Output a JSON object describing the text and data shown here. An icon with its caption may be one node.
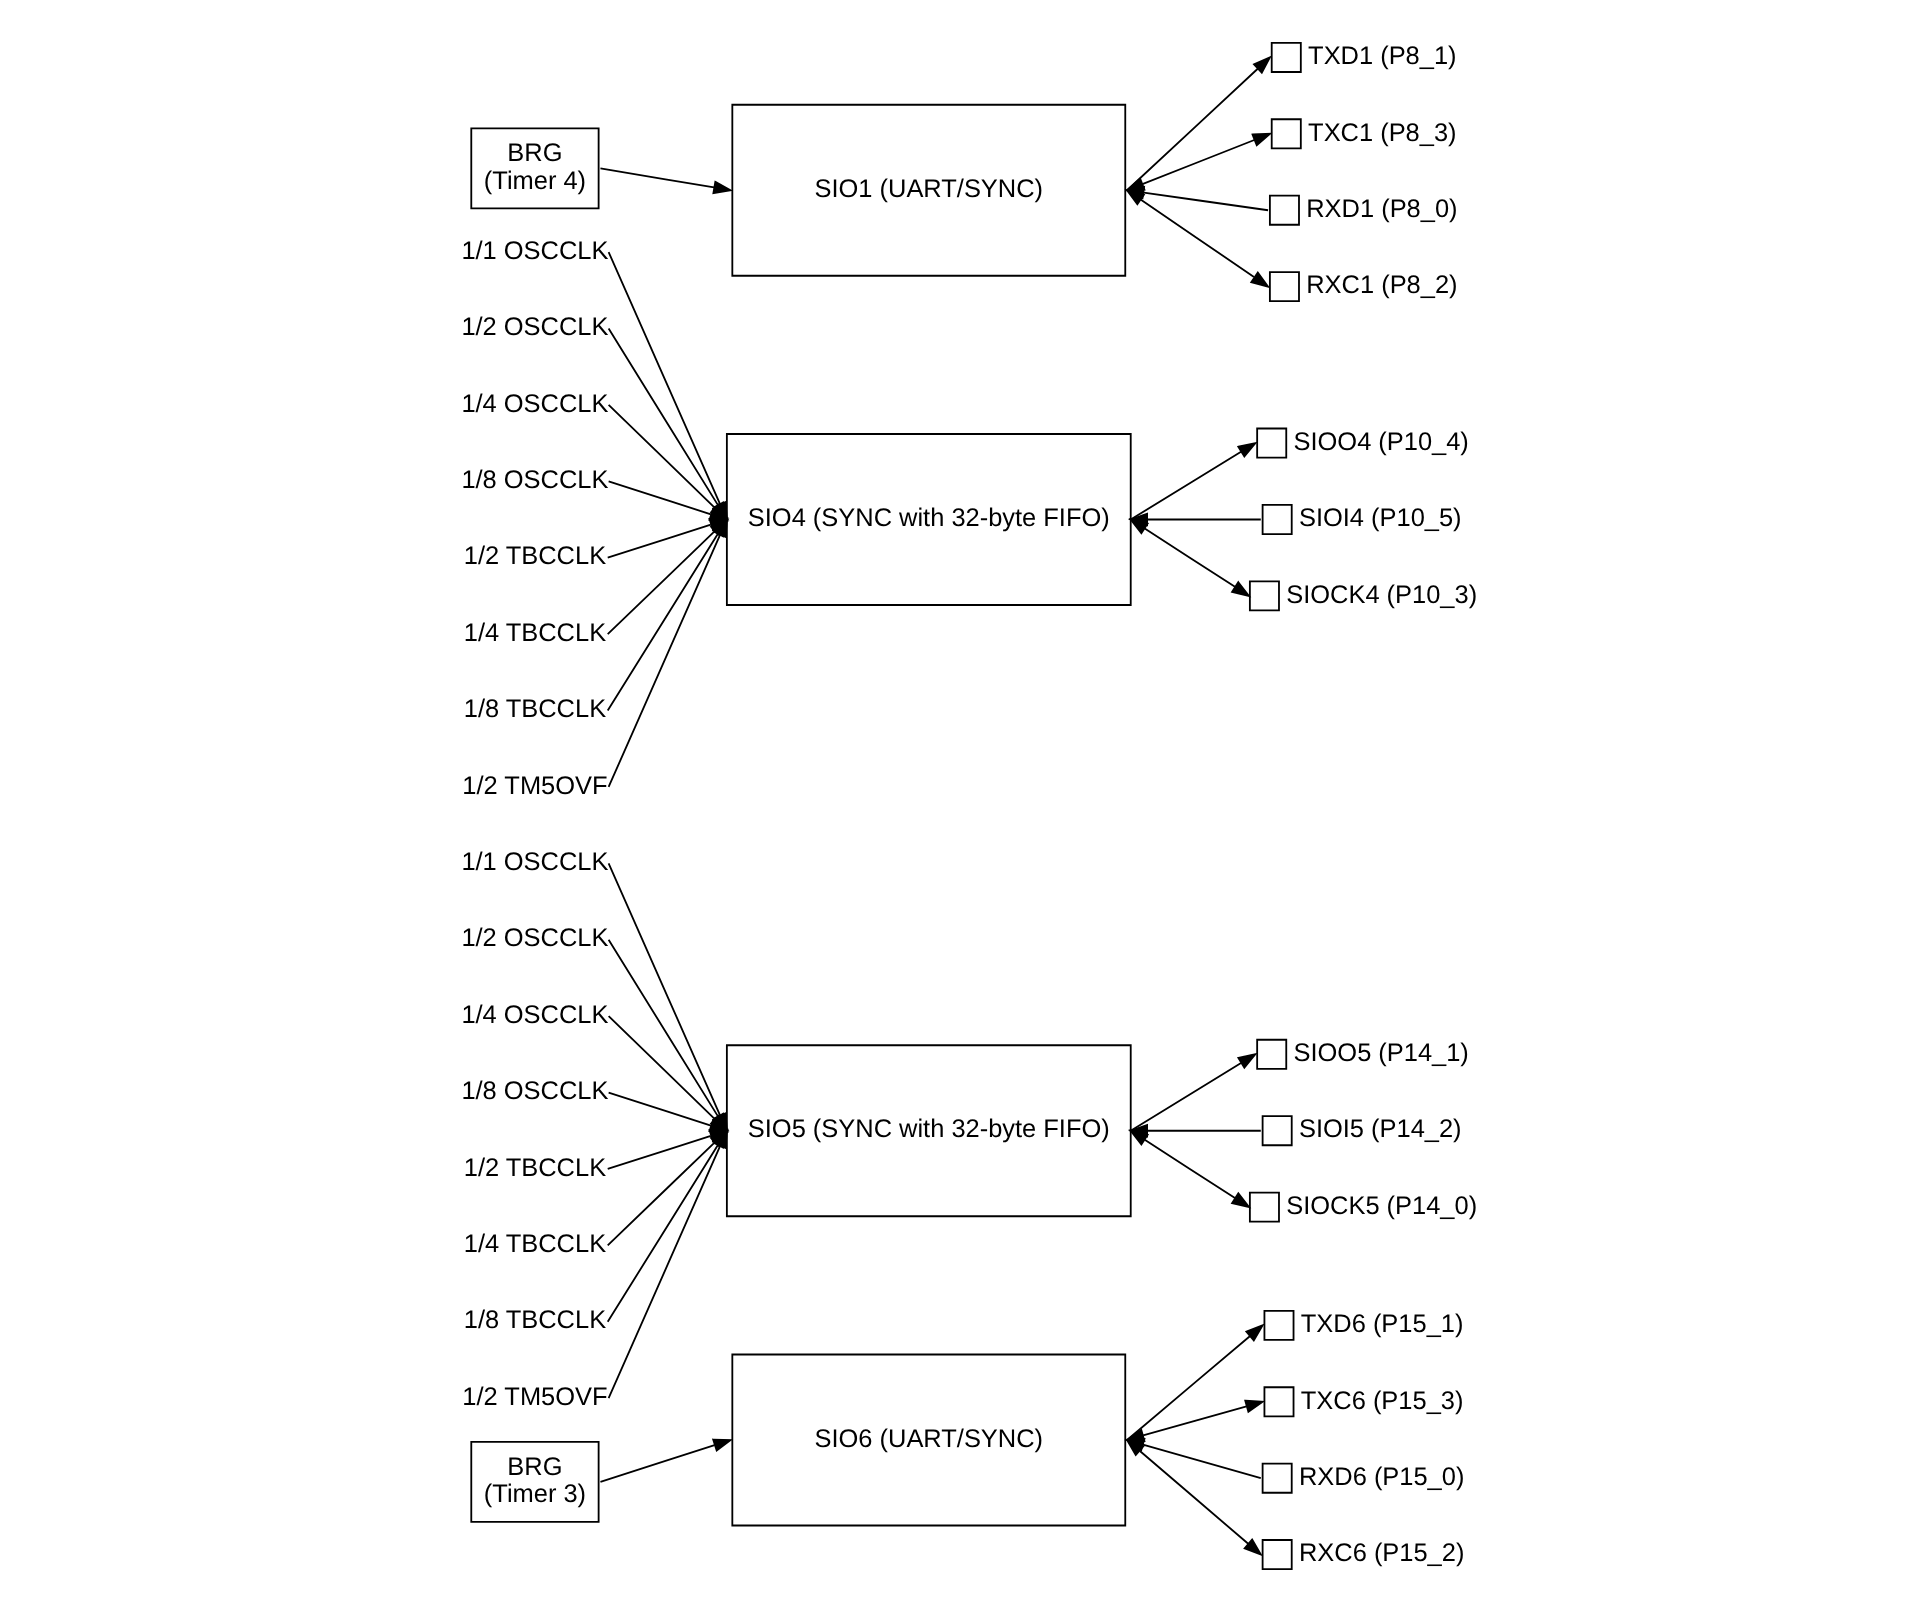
{
  "diagram": {
    "nodes": [
      {
        "text": [
          "BRG (Timer 4)"
        ]
      },
      {
        "text": [
          "SIO1 (UART/SYNC)"
        ]
      },
      {
        "text": [],
        "shape": "box",
        "beside": [
          "TXD1 (P8_1)"
        ]
      },
      {
        "text": [],
        "shape": "box",
        "beside": [
          "TXC1 (P8_3)"
        ]
      },
      {
        "text": [],
        "shape": "box",
        "beside": [
          "RXD1 (P8_0)"
        ]
      },
      {
        "text": [],
        "shape": "box",
        "beside": [
          "RXC1 (P8_2)"
        ]
      },
      {
        "text": [
          "1/1 OSCCLK"
        ]
      },
      {
        "text": [
          "1/2 OSCCLK"
        ]
      },
      {
        "text": [
          "1/4 OSCCLK"
        ]
      },
      {
        "text": [
          "1/8 OSCCLK"
        ]
      },
      {
        "text": [
          "1/2 TBCCLK"
        ]
      },
      {
        "text": [
          "1/4 TBCCLK"
        ]
      },
      {
        "text": [
          "1/8 TBCCLK"
        ]
      },
      {
        "text": [
          "1/2 TM5OVF"
        ]
      },
      {
        "text": [
          "SIO4 (SYNC with 32-byte FIFO)"
        ]
      },
      {
        "text": [],
        "shape": "box",
        "beside": [
          "SIOO4 (P10_4)"
        ]
      },
      {
        "text": [],
        "shape": "box",
        "beside": [
          "SIOI4 (P10_5)"
        ]
      },
      {
        "text": [],
        "shape": "box",
        "beside": [
          "SIOCK4 (P10_3)"
        ]
      },
      {
        "text": [
          "1/1 OSCCLK"
        ]
      },
      {
        "text": [
          "1/2 OSCCLK"
        ]
      },
      {
        "text": [
          "1/4 OSCCLK"
        ]
      },
      {
        "text": [
          "1/8 OSCCLK"
        ]
      },
      {
        "text": [
          "1/2 TBCCLK"
        ]
      },
      {
        "text": [
          "1/4 TBCCLK"
        ]
      },
      {
        "text": [
          "1/8 TBCCLK"
        ]
      },
      {
        "text": [
          "1/2 TM5OVF"
        ]
      },
      {
        "text": [
          "SIO5 (SYNC with 32-byte FIFO)"
        ]
      },
      {
        "text": [],
        "shape": "box",
        "beside": [
          "SIOO5 (P14_1)"
        ]
      },
      {
        "text": [],
        "shape": "box",
        "beside": [
          "SIOI5 (P14_2)"
        ]
      },
      {
        "text": [],
        "shape": "box",
        "beside": [
          "SIOCK5 (P14_0)"
        ]
      },
      {
        "text": [
          "BRG (Timer 3)"
        ]
      },
      {
        "text": [
          "SIO6 (UART/SYNC)"
        ]
      },
      {
        "text": [],
        "shape": "box",
        "beside": [
          "TXD6 (P15_1)"
        ]
      },
      {
        "text": [],
        "shape": "box",
        "beside": [
          "TXC6 (P15_3)"
        ]
      },
      {
        "text": [],
        "shape": "box",
        "beside": [
          "RXD6 (P15_0)"
        ]
      },
      {
        "text": [],
        "shape": "box",
        "beside": [
          "RXC6 (P15_2)"
        ]
      }
    ],
    "edges": [
      {
        "from": 0,
        "to": 1,
        "arrow": "to"
      },
      {
        "from": 1,
        "to": 2,
        "arrow": "to"
      },
      {
        "from": 1,
        "to": 3,
        "arrow": "both"
      },
      {
        "from": 4,
        "to": 1,
        "arrow": "to"
      },
      {
        "from": 1,
        "to": 5,
        "arrow": "both"
      },
      {
        "from": 6,
        "to": 14,
        "arrow": "to"
      },
      {
        "from": 7,
        "to": 14,
        "arrow": "to"
      },
      {
        "from": 8,
        "to": 14,
        "arrow": "to"
      },
      {
        "from": 9,
        "to": 14,
        "arrow": "to"
      },
      {
        "from": 10,
        "to": 14,
        "arrow": "to"
      },
      {
        "from": 11,
        "to": 14,
        "arrow": "to"
      },
      {
        "from": 12,
        "to": 14,
        "arrow": "to"
      },
      {
        "from": 13,
        "to": 14,
        "arrow": "to"
      },
      {
        "from": 14,
        "to": 15,
        "arrow": "to"
      },
      {
        "from": 16,
        "to": 14,
        "arrow": "to"
      },
      {
        "from": 14,
        "to": 17,
        "arrow": "both"
      },
      {
        "from": 18,
        "to": 26,
        "arrow": "to"
      },
      {
        "from": 19,
        "to": 26,
        "arrow": "to"
      },
      {
        "from": 20,
        "to": 26,
        "arrow": "to"
      },
      {
        "from": 21,
        "to": 26,
        "arrow": "to"
      },
      {
        "from": 22,
        "to": 26,
        "arrow": "to"
      },
      {
        "from": 23,
        "to": 26,
        "arrow": "to"
      },
      {
        "from": 24,
        "to": 26,
        "arrow": "to"
      },
      {
        "from": 25,
        "to": 26,
        "arrow": "to"
      },
      {
        "from": 26,
        "to": 27,
        "arrow": "to"
      },
      {
        "from": 28,
        "to": 26,
        "arrow": "to"
      },
      {
        "from": 26,
        "to": 29,
        "arrow": "both"
      },
      {
        "from": 30,
        "to": 31,
        "arrow": "to"
      },
      {
        "from": 31,
        "to": 32,
        "arrow": "to"
      },
      {
        "from": 31,
        "to": 33,
        "arrow": "both"
      },
      {
        "from": 34,
        "to": 31,
        "arrow": "to"
      },
      {
        "from": 31,
        "to": 35,
        "arrow": "both"
      }
    ]
  }
}
